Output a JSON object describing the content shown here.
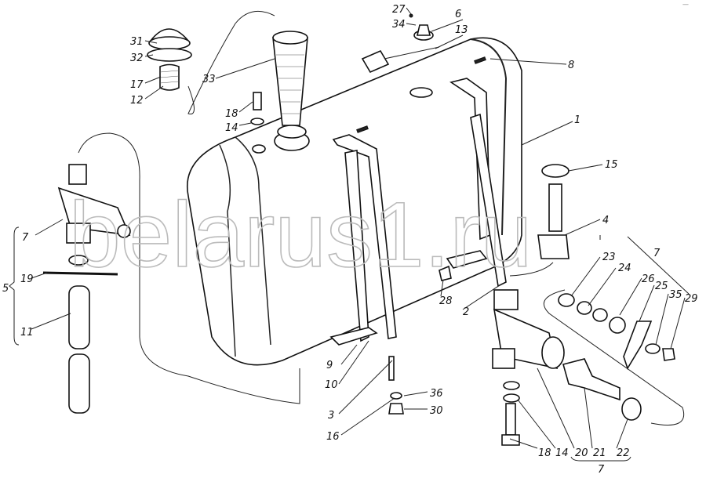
{
  "diagram": {
    "watermark": "belarus1.ru",
    "corner_mark": "—",
    "labels": {
      "l27": "27",
      "l34": "34",
      "l6": "6",
      "l13": "13",
      "l8": "8",
      "l1": "1",
      "l31": "31",
      "l32": "32",
      "l17": "17",
      "l12": "12",
      "l33": "33",
      "l18a": "18",
      "l14a": "14",
      "l15": "15",
      "l4": "4",
      "l7a": "7",
      "l23": "23",
      "l24": "24",
      "l26": "26",
      "l25": "25",
      "l35": "35",
      "l29": "29",
      "l7b": "7",
      "l5": "5",
      "l19": "19",
      "l11": "11",
      "l28": "28",
      "l2": "2",
      "l9": "9",
      "l10": "10",
      "l3": "3",
      "l16": "16",
      "l36": "36",
      "l30": "30",
      "l18b": "18",
      "l14b": "14",
      "l20": "20",
      "l21": "21",
      "l22": "22",
      "l7c": "7"
    }
  }
}
